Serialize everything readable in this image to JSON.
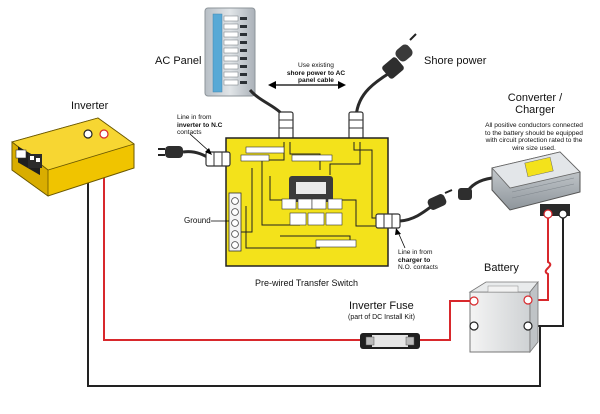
{
  "labels": {
    "ac_panel": "AC Panel",
    "shore_power": "Shore power",
    "inverter": "Inverter",
    "converter": "Converter /\nCharger",
    "battery": "Battery",
    "inverter_fuse": "Inverter Fuse",
    "fuse_sub": "(part of DC Install Kit)",
    "transfer_switch": "Pre-wired Transfer Switch",
    "ground": "Ground"
  },
  "notes": {
    "shore_cable_1": "Use existing",
    "shore_cable_2": "shore power to AC",
    "shore_cable_3": "panel cable",
    "inverter_line_1": "Line in from",
    "inverter_line_2": "inverter to N.C",
    "inverter_line_3": "contacts",
    "charger_line_1": "Line in from",
    "charger_line_2": "charger to",
    "charger_line_3": "N.O. contacts",
    "conductors_1": "All positive conductors connected",
    "conductors_2": "to the battery should be equipped",
    "conductors_3": "with circuit protection rated to the",
    "conductors_4": "wire size used."
  },
  "colors": {
    "switch_yellow": "#f3e21b",
    "inverter_yellow": "#f0c400",
    "wire_red": "#d8282c",
    "wire_black": "#222222",
    "panel_blue": "#5fb0dc",
    "panel_grey": "#c9ced3"
  },
  "icons": [
    "plug-icon",
    "outlet-icon",
    "breaker-icon",
    "terminal-icon"
  ]
}
